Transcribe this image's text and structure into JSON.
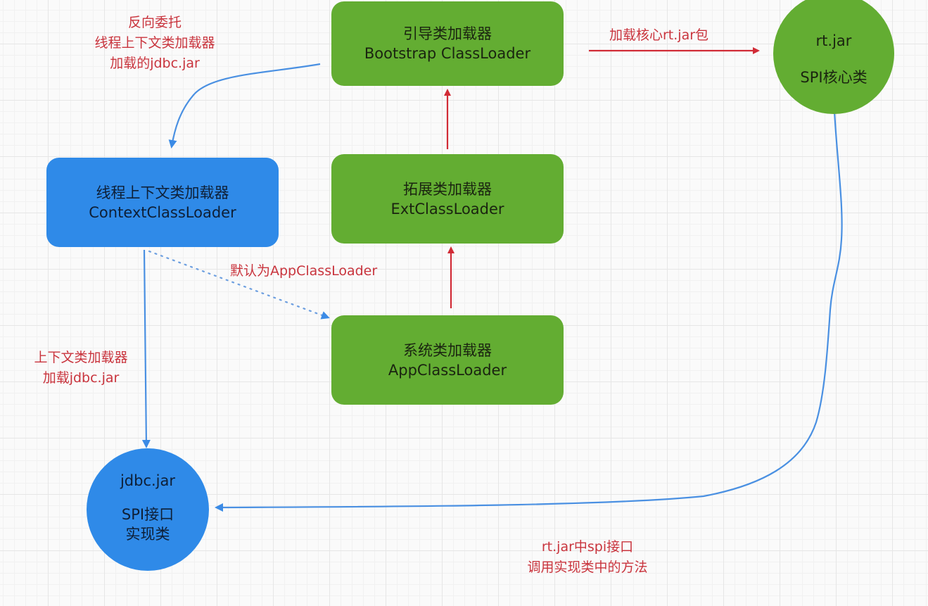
{
  "colors": {
    "loader_green": "#63ad32",
    "context_blue": "#2f8ae8",
    "label_red": "#c9343d",
    "arrow_red": "#d12b36",
    "arrow_blue": "#4a90e2"
  },
  "nodes": {
    "bootstrap": {
      "cn": "引导类加载器",
      "en": "Bootstrap ClassLoader"
    },
    "ext": {
      "cn": "拓展类加载器",
      "en": "ExtClassLoader"
    },
    "app": {
      "cn": "系统类加载器",
      "en": "AppClassLoader"
    },
    "context": {
      "cn": "线程上下文类加载器",
      "en": "ContextClassLoader"
    },
    "rtjar": {
      "line1": "rt.jar",
      "line2": "SPI核心类"
    },
    "jdbcjar": {
      "line1": "jdbc.jar",
      "line2": "SPI接口",
      "line3": "实现类"
    }
  },
  "labels": {
    "reverse_delegation": {
      "line1": "反向委托",
      "line2": "线程上下文类加载器",
      "line3": "加载的jdbc.jar"
    },
    "load_core": "加载核心rt.jar包",
    "default_app": "默认为AppClassLoader",
    "context_loads": {
      "line1": "上下文类加载器",
      "line2": "加载jdbc.jar"
    },
    "spi_call": {
      "line1": "rt.jar中spi接口",
      "line2": "调用实现类中的方法"
    }
  },
  "edges": [
    {
      "from": "app",
      "to": "ext",
      "style": "solid",
      "color": "red"
    },
    {
      "from": "ext",
      "to": "bootstrap",
      "style": "solid",
      "color": "red"
    },
    {
      "from": "bootstrap",
      "to": "rtjar",
      "style": "solid",
      "color": "red",
      "label": "加载核心rt.jar包"
    },
    {
      "from": "bootstrap",
      "to": "context",
      "style": "solid",
      "color": "blue",
      "label": "反向委托"
    },
    {
      "from": "context",
      "to": "app",
      "style": "dotted",
      "color": "blue",
      "label": "默认为AppClassLoader"
    },
    {
      "from": "context",
      "to": "jdbcjar",
      "style": "solid",
      "color": "blue",
      "label": "上下文类加载器加载jdbc.jar"
    },
    {
      "from": "rtjar",
      "to": "jdbcjar",
      "style": "solid",
      "color": "blue",
      "label": "rt.jar中spi接口调用实现类中的方法"
    }
  ]
}
